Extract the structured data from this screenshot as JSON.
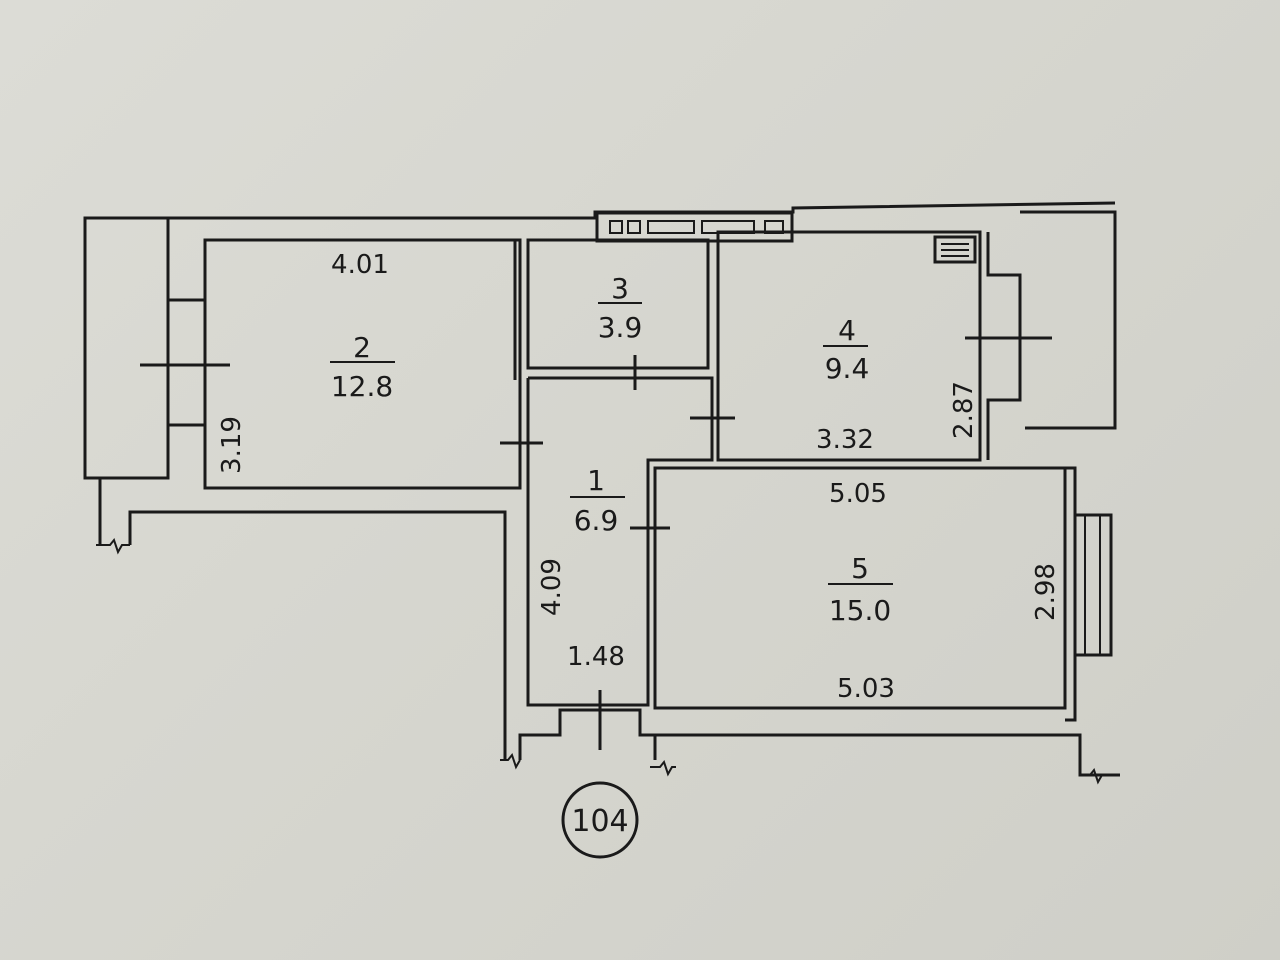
{
  "plan": {
    "unit_number": "104",
    "rooms": [
      {
        "number": "1",
        "area": "6.9"
      },
      {
        "number": "2",
        "area": "12.8"
      },
      {
        "number": "3",
        "area": "3.9"
      },
      {
        "number": "4",
        "area": "9.4"
      },
      {
        "number": "5",
        "area": "15.0"
      }
    ],
    "dimensions": {
      "room2_width": "4.01",
      "room2_depth": "3.19",
      "room4_width": "3.32",
      "room4_depth": "2.87",
      "room5_width_top": "5.05",
      "room5_width_bottom": "5.03",
      "room5_depth": "2.98",
      "room1_depth": "4.09",
      "room1_width": "1.48"
    }
  }
}
